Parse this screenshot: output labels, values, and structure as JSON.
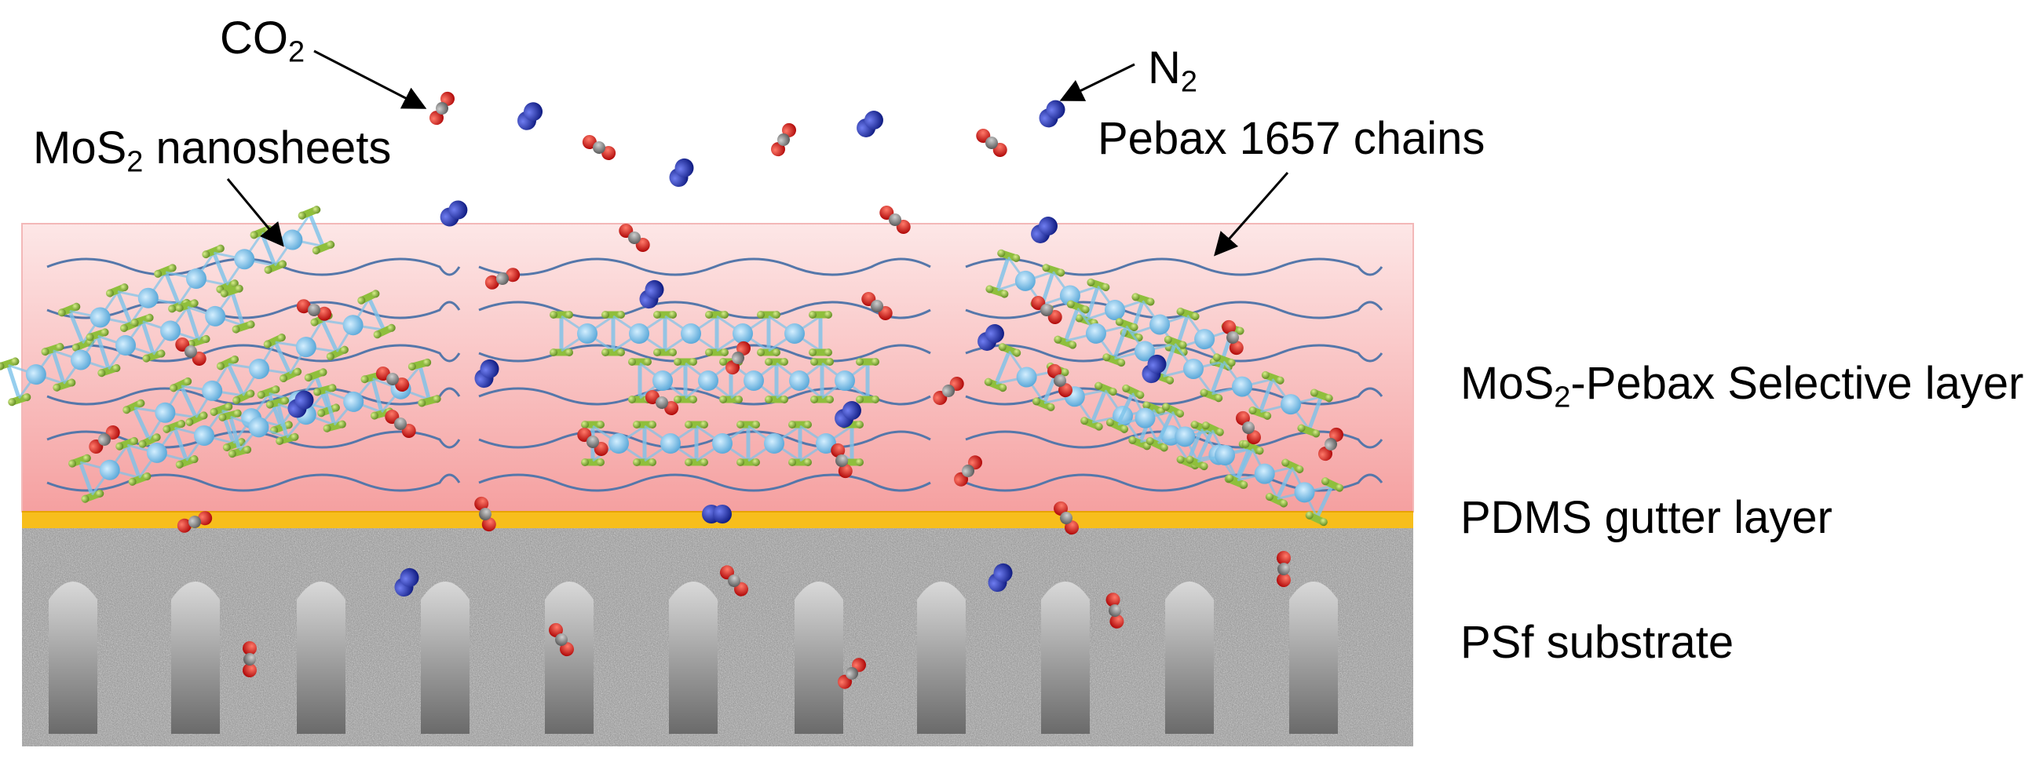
{
  "labels": {
    "co2": {
      "main": "CO",
      "sub": "2"
    },
    "n2": {
      "main": "N",
      "sub": "2"
    },
    "mos2": {
      "main": "MoS",
      "sub": "2",
      "rest": " nanosheets"
    },
    "pebax": "Pebax 1657 chains",
    "selective": {
      "main": "MoS",
      "sub": "2",
      "rest": "-Pebax Selective layer"
    },
    "pdms": "PDMS gutter layer",
    "psf": "PSf substrate"
  },
  "colors": {
    "selective_top": "#fde7e7",
    "selective_bottom": "#f5a0a0",
    "pdms": "#f7be1c",
    "substrate": "#9a9a9a",
    "pebax_chain": "#5577aa",
    "nitrogen": "#1a2aa6",
    "oxygen": "#e01515",
    "carbon": "#8a8a8a",
    "mos2_mo": "#7cc3ea",
    "mos2_s": "#8fbf3c",
    "arrow": "#000000"
  }
}
